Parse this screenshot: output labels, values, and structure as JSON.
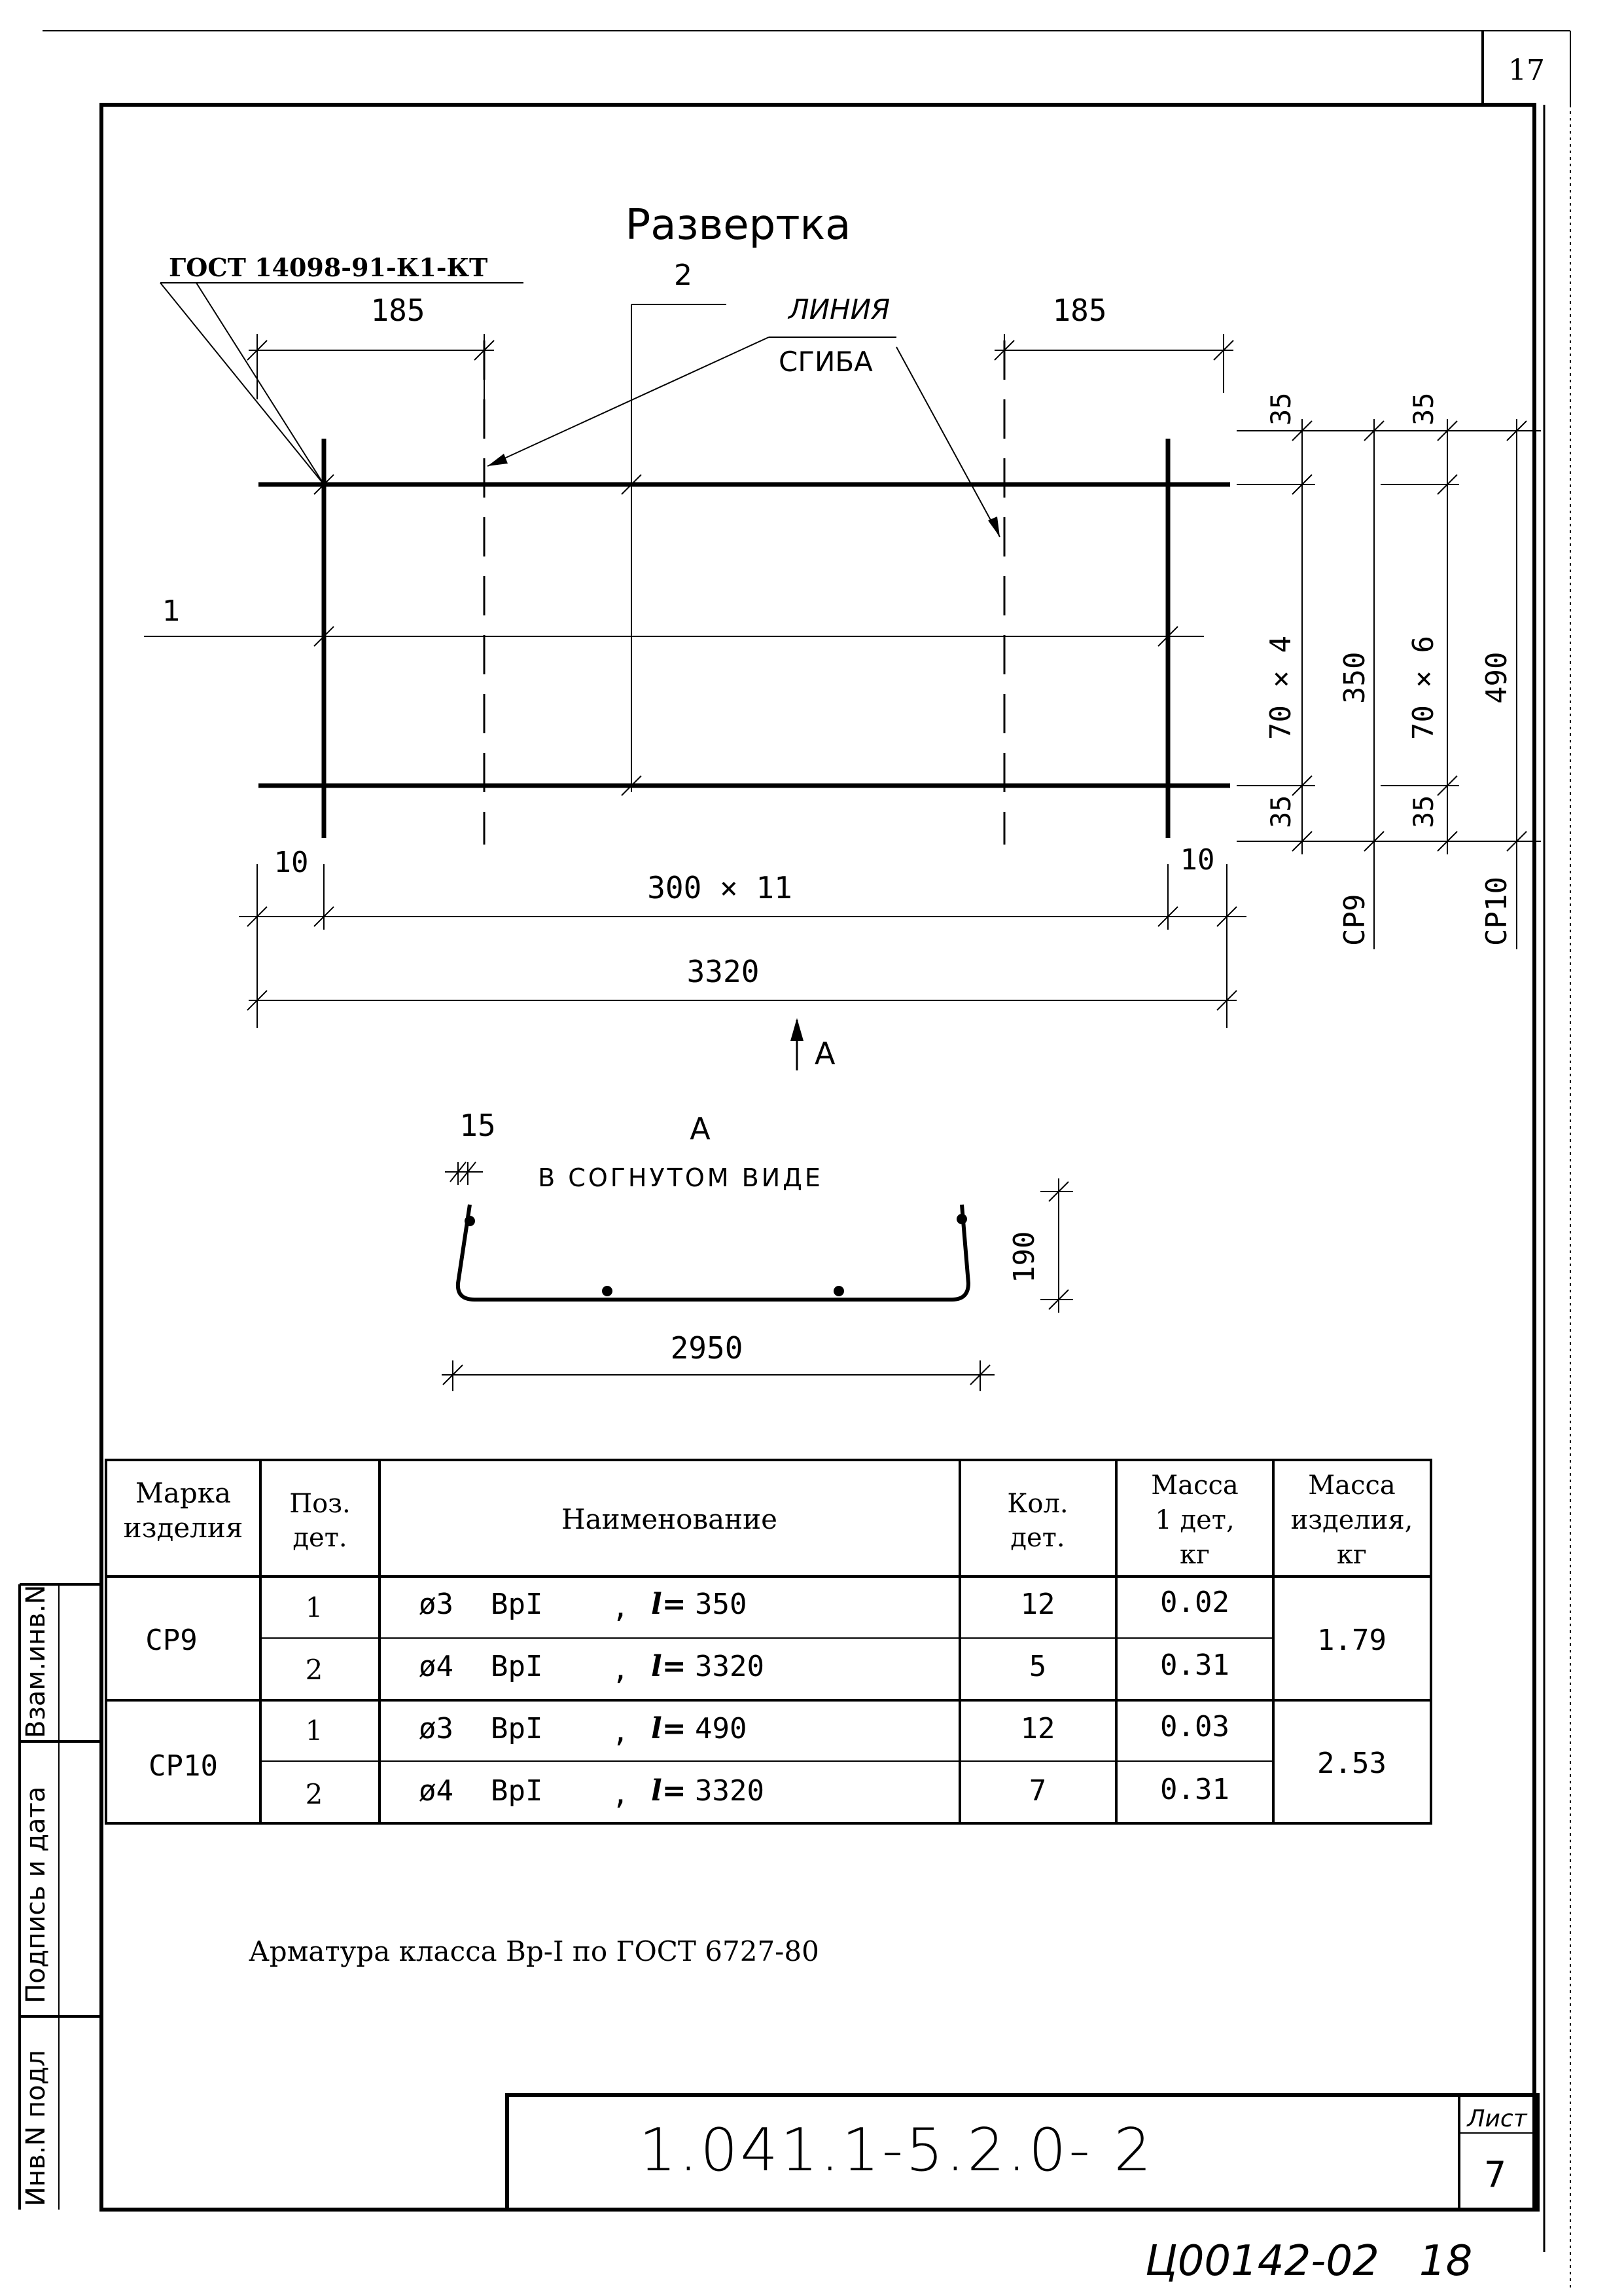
{
  "page_number_top": "17",
  "title": "Развертка",
  "gost_ref": "ГОСТ 14098-91-К1-КТ",
  "pos_label_2": "2",
  "pos_label_1": "1",
  "bend_line_label": [
    "ЛИНИЯ",
    "СГИБА"
  ],
  "dims": {
    "top_left": "185",
    "top_right": "185",
    "edge_left": "10",
    "edge_right": "10",
    "spacing": "300 × 11",
    "total": "3320",
    "view_arrow": "А"
  },
  "right_dims": {
    "cp9": {
      "end_top": "35",
      "end_bottom": "35",
      "middle": "70 × 4",
      "total": "350",
      "label": "СР9"
    },
    "cp10": {
      "end_top": "35",
      "end_bottom": "35",
      "middle": "70 × 6",
      "total": "490",
      "label": "СР10"
    }
  },
  "bent_view": {
    "label": "А",
    "subtitle": "В СОГНУТОМ ВИДЕ",
    "dim_offset": "15",
    "dim_height": "190",
    "dim_width": "2950"
  },
  "table": {
    "headers": {
      "mark": [
        "Марка",
        "изделия"
      ],
      "pos": [
        "Поз.",
        "дет."
      ],
      "name": "Наименование",
      "qty": [
        "Кол.",
        "дет."
      ],
      "mass1": [
        "Масса",
        "1 дет,",
        "кг"
      ],
      "mass_total": [
        "Масса",
        "изделия,",
        "кг"
      ]
    },
    "groups": [
      {
        "mark": "СР9",
        "mass_total": "1.79",
        "rows": [
          {
            "pos": "1",
            "diam": "ø3",
            "steel": "ВрI",
            "sep": ",",
            "len_sym": "l=",
            "len": "350",
            "qty": "12",
            "mass": "0.02"
          },
          {
            "pos": "2",
            "diam": "ø4",
            "steel": "ВрI",
            "sep": ",",
            "len_sym": "l=",
            "len": "3320",
            "qty": "5",
            "mass": "0.31"
          }
        ]
      },
      {
        "mark": "СР10",
        "mass_total": "2.53",
        "rows": [
          {
            "pos": "1",
            "diam": "ø3",
            "steel": "ВрI",
            "sep": ",",
            "len_sym": "l=",
            "len": "490",
            "qty": "12",
            "mass": "0.03"
          },
          {
            "pos": "2",
            "diam": "ø4",
            "steel": "ВрI",
            "sep": ",",
            "len_sym": "l=",
            "len": "3320",
            "qty": "7",
            "mass": "0.31"
          }
        ]
      }
    ]
  },
  "note": "Арматура класса Вр-I по ГОСТ 6727-80",
  "side_stamp": [
    "Инв.N подл",
    "Подпись и дата",
    "Взам.инв.N"
  ],
  "title_block": {
    "code": "1.041.1-5.2.0- 2",
    "sheet_label": "Лист",
    "sheet_number": "7"
  },
  "archive_number": "Ц00142-02   18"
}
